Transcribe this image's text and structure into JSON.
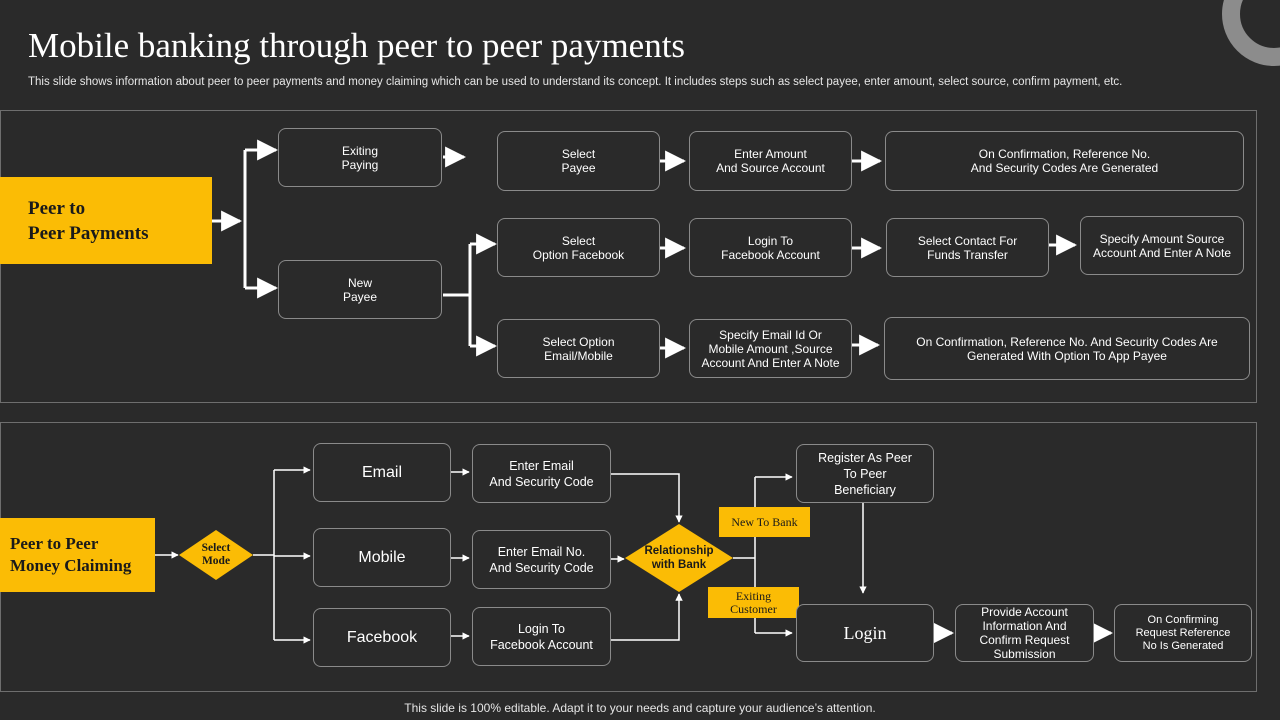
{
  "header": {
    "title": "Mobile banking through peer to peer payments",
    "subtitle": "This slide shows information about peer to peer payments and money claiming which can be used to understand its concept. It includes steps such as select payee, enter amount, select source, confirm payment, etc."
  },
  "footer": {
    "text": "This slide is 100% editable. Adapt it to your needs and capture your audience’s attention."
  },
  "colors": {
    "background": "#2a2a2a",
    "accent": "#fbbc05",
    "line": "#ffffff",
    "box_border": "#8a8a8a"
  },
  "payments": {
    "label": "Peer to\nPeer Payments",
    "exiting_paying": "Exiting\nPaying",
    "new_payee": "New\nPayee",
    "select_payee": "Select\nPayee",
    "enter_amount": "Enter Amount\nAnd Source Account",
    "on_confirmation_1": "On Confirmation, Reference No.\nAnd Security Codes Are Generated",
    "select_option_facebook": "Select\nOption Facebook",
    "login_to_facebook": "Login To\nFacebook Account",
    "select_contact": "Select Contact For\nFunds Transfer",
    "specify_amount_source": "Specify Amount Source\nAccount And Enter A Note",
    "select_option_email": "Select Option\nEmail/Mobile",
    "specify_email": "Specify Email Id Or\nMobile Amount ,Source\nAccount And Enter A Note",
    "on_confirmation_2": "On Confirmation, Reference No. And Security Codes Are\nGenerated With Option To App Payee"
  },
  "claiming": {
    "label": "Peer to Peer\nMoney Claiming",
    "select_mode": "Select\nMode",
    "email": "Email",
    "mobile": "Mobile",
    "facebook": "Facebook",
    "enter_email_security": "Enter Email\nAnd Security Code",
    "enter_email_no_security": "Enter Email No.\nAnd Security Code",
    "login_facebook_account": "Login To\nFacebook Account",
    "relationship_with_bank": "Relationship\nwith Bank",
    "new_to_bank": "New To Bank",
    "exiting_customer": "Exiting\nCustomer",
    "register_beneficiary": "Register As  Peer\nTo Peer\nBeneficiary",
    "login": "Login",
    "provide_account_info": "Provide Account\nInformation And\nConfirm Request\nSubmission",
    "on_confirming_request": "On Confirming\nRequest  Reference\nNo Is Generated"
  }
}
